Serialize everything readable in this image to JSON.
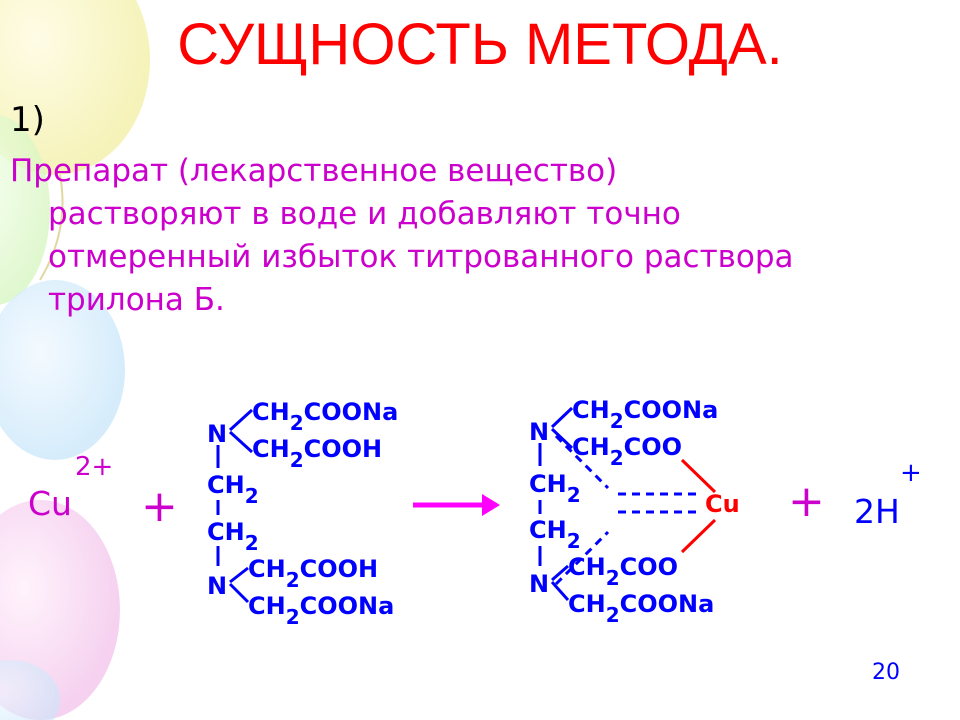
{
  "slide": {
    "title": "СУЩНОСТЬ МЕТОДА.",
    "step_number": "1)",
    "paragraph": {
      "line1": "Препарат (лекарственное вещество)",
      "line2": "растворяют в воде и добавляют точно",
      "line3": "отмеренный избыток титрованного раствора",
      "line4": "трилона Б."
    },
    "page_number": "20"
  },
  "reaction": {
    "cu_ion": "Cu",
    "cu_charge": "2+",
    "plus_sign": "+",
    "proton": "2H",
    "proton_charge": "+",
    "reagent": {
      "n": "N",
      "ch": "CH",
      "sub2": "2",
      "coona": "COONa",
      "cooh": "COOH"
    },
    "product": {
      "n": "N",
      "ch": "CH",
      "sub2": "2",
      "coona": "COONa",
      "coo": "COO",
      "cu": "Cu"
    }
  },
  "colors": {
    "title": "#ff0000",
    "text": "#cc00cc",
    "molecule": "#0000ff",
    "arrow": "#ff00ff",
    "cu_bond": "#ff0000"
  }
}
